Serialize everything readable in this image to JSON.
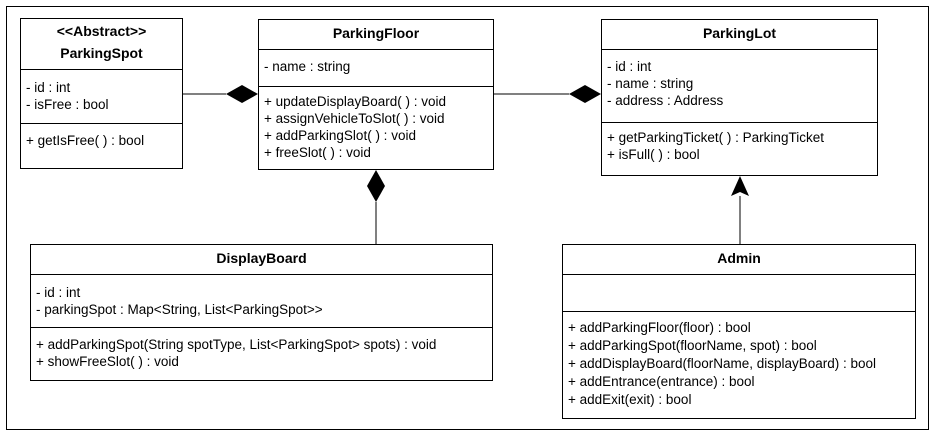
{
  "diagram": {
    "classes": {
      "parking_spot": {
        "stereotype": "<<Abstract>>",
        "name": "ParkingSpot",
        "attributes": [
          "- id : int",
          "- isFree : bool"
        ],
        "methods": [
          "+ getIsFree( ) : bool"
        ]
      },
      "parking_floor": {
        "name": "ParkingFloor",
        "attributes": [
          "- name : string"
        ],
        "methods": [
          "+ updateDisplayBoard( ) : void",
          "+ assignVehicleToSlot( ) : void",
          "+ addParkingSlot( ) : void",
          "+ freeSlot( ) : void"
        ]
      },
      "parking_lot": {
        "name": "ParkingLot",
        "attributes": [
          "- id : int",
          "- name : string",
          "- address : Address"
        ],
        "methods": [
          "+ getParkingTicket( ) : ParkingTicket",
          "+ isFull( ) : bool"
        ]
      },
      "display_board": {
        "name": "DisplayBoard",
        "attributes": [
          "- id : int",
          "- parkingSpot : Map<String, List<ParkingSpot>>"
        ],
        "methods": [
          "+ addParkingSpot(String spotType, List<ParkingSpot> spots) : void",
          "+ showFreeSlot( ) : void"
        ]
      },
      "admin": {
        "name": "Admin",
        "attributes": [],
        "methods": [
          "+ addParkingFloor(floor) : bool",
          "+ addParkingSpot(floorName, spot) : bool",
          "+ addDisplayBoard(floorName, displayBoard) : bool",
          "+ addEntrance(entrance) : bool",
          "+ addExit(exit) : bool"
        ]
      }
    },
    "relationships": [
      {
        "from": "ParkingSpot",
        "to": "ParkingFloor",
        "kind": "composition"
      },
      {
        "from": "ParkingFloor",
        "to": "ParkingLot",
        "kind": "composition"
      },
      {
        "from": "DisplayBoard",
        "to": "ParkingFloor",
        "kind": "composition"
      },
      {
        "from": "Admin",
        "to": "ParkingLot",
        "kind": "association"
      }
    ]
  }
}
